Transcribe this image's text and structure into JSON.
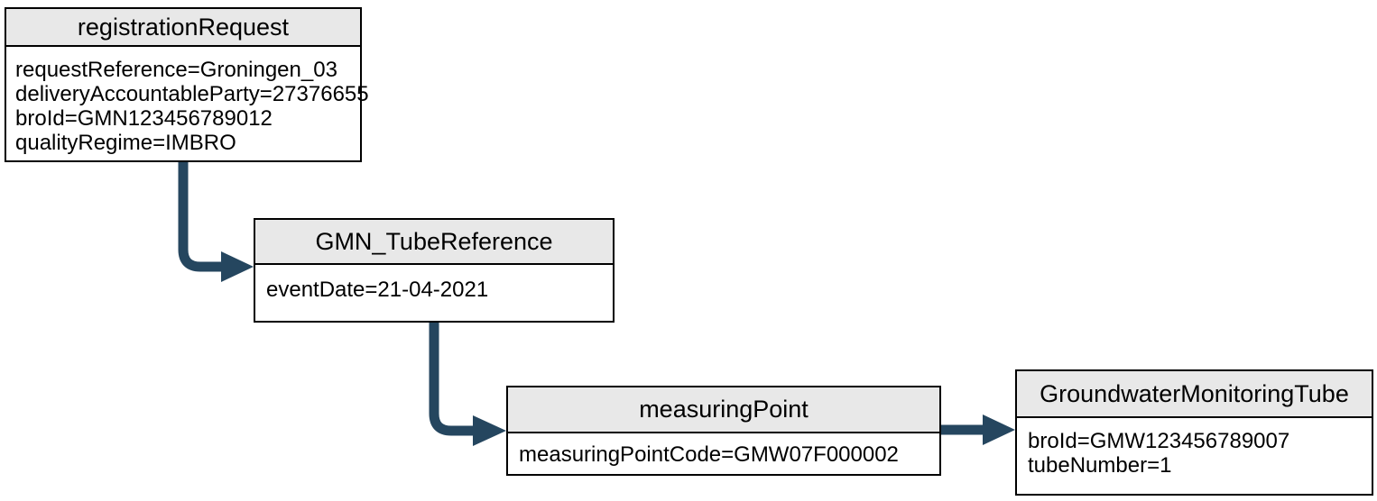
{
  "colors": {
    "arrow": "#25465F",
    "header_bg": "#E8E8E8",
    "node_bg": "#FFFFFF",
    "border": "#000000",
    "text": "#000000"
  },
  "nodes": [
    {
      "title": "registrationRequest",
      "attributes": [
        "requestReference=Groningen_03",
        "deliveryAccountableParty=27376655",
        "broId=GMN123456789012",
        "qualityRegime=IMBRO"
      ]
    },
    {
      "title": "GMN_TubeReference",
      "attributes": [
        "eventDate=21-04-2021"
      ]
    },
    {
      "title": "measuringPoint",
      "attributes": [
        "measuringPointCode=GMW07F000002"
      ]
    },
    {
      "title": "GroundwaterMonitoringTube",
      "attributes": [
        "broId=GMW123456789007",
        "tubeNumber=1"
      ]
    }
  ],
  "edges": [
    {
      "from": "registrationRequest",
      "to": "GMN_TubeReference",
      "shape": "elbow-down-right"
    },
    {
      "from": "GMN_TubeReference",
      "to": "measuringPoint",
      "shape": "elbow-down-right"
    },
    {
      "from": "measuringPoint",
      "to": "GroundwaterMonitoringTube",
      "shape": "straight-right"
    }
  ]
}
